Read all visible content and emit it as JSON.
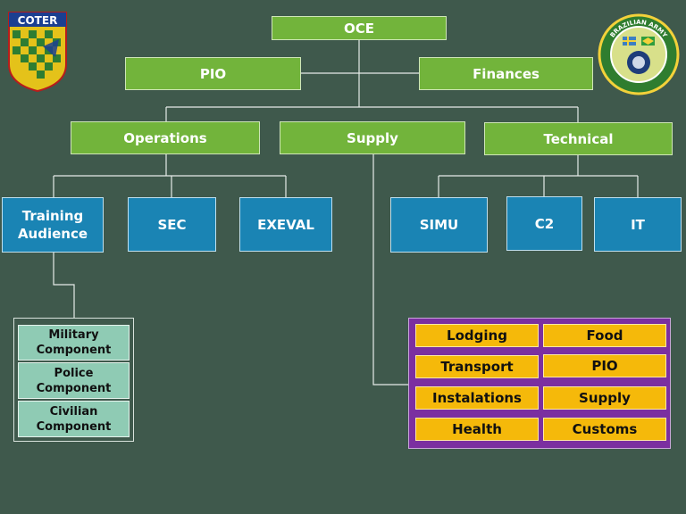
{
  "logos": {
    "coter_text": "COTER",
    "army_text": "BRAZILIAN ARMY"
  },
  "top": {
    "oce": "OCE",
    "pio": "PIO",
    "finances": "Finances"
  },
  "branches": {
    "operations": "Operations",
    "supply": "Supply",
    "technical": "Technical"
  },
  "operations_units": {
    "training_audience": "Training Audience",
    "sec": "SEC",
    "exeval": "EXEVAL"
  },
  "technical_units": {
    "simu": "SIMU",
    "c2": "C2",
    "it": "IT"
  },
  "components": [
    "Military Component",
    "Police Component",
    "Civilian Component"
  ],
  "supply_items": [
    "Lodging",
    "Food",
    "Transport",
    "PIO",
    "Instalations",
    "Supply",
    "Health",
    "Customs"
  ],
  "colors": {
    "background": "#3f594c",
    "green_box": "#72b43b",
    "blue_box": "#1a84b4",
    "teal_box": "#8fcbb4",
    "purple_panel": "#7b2fa0",
    "yellow_box": "#f5b90a"
  }
}
